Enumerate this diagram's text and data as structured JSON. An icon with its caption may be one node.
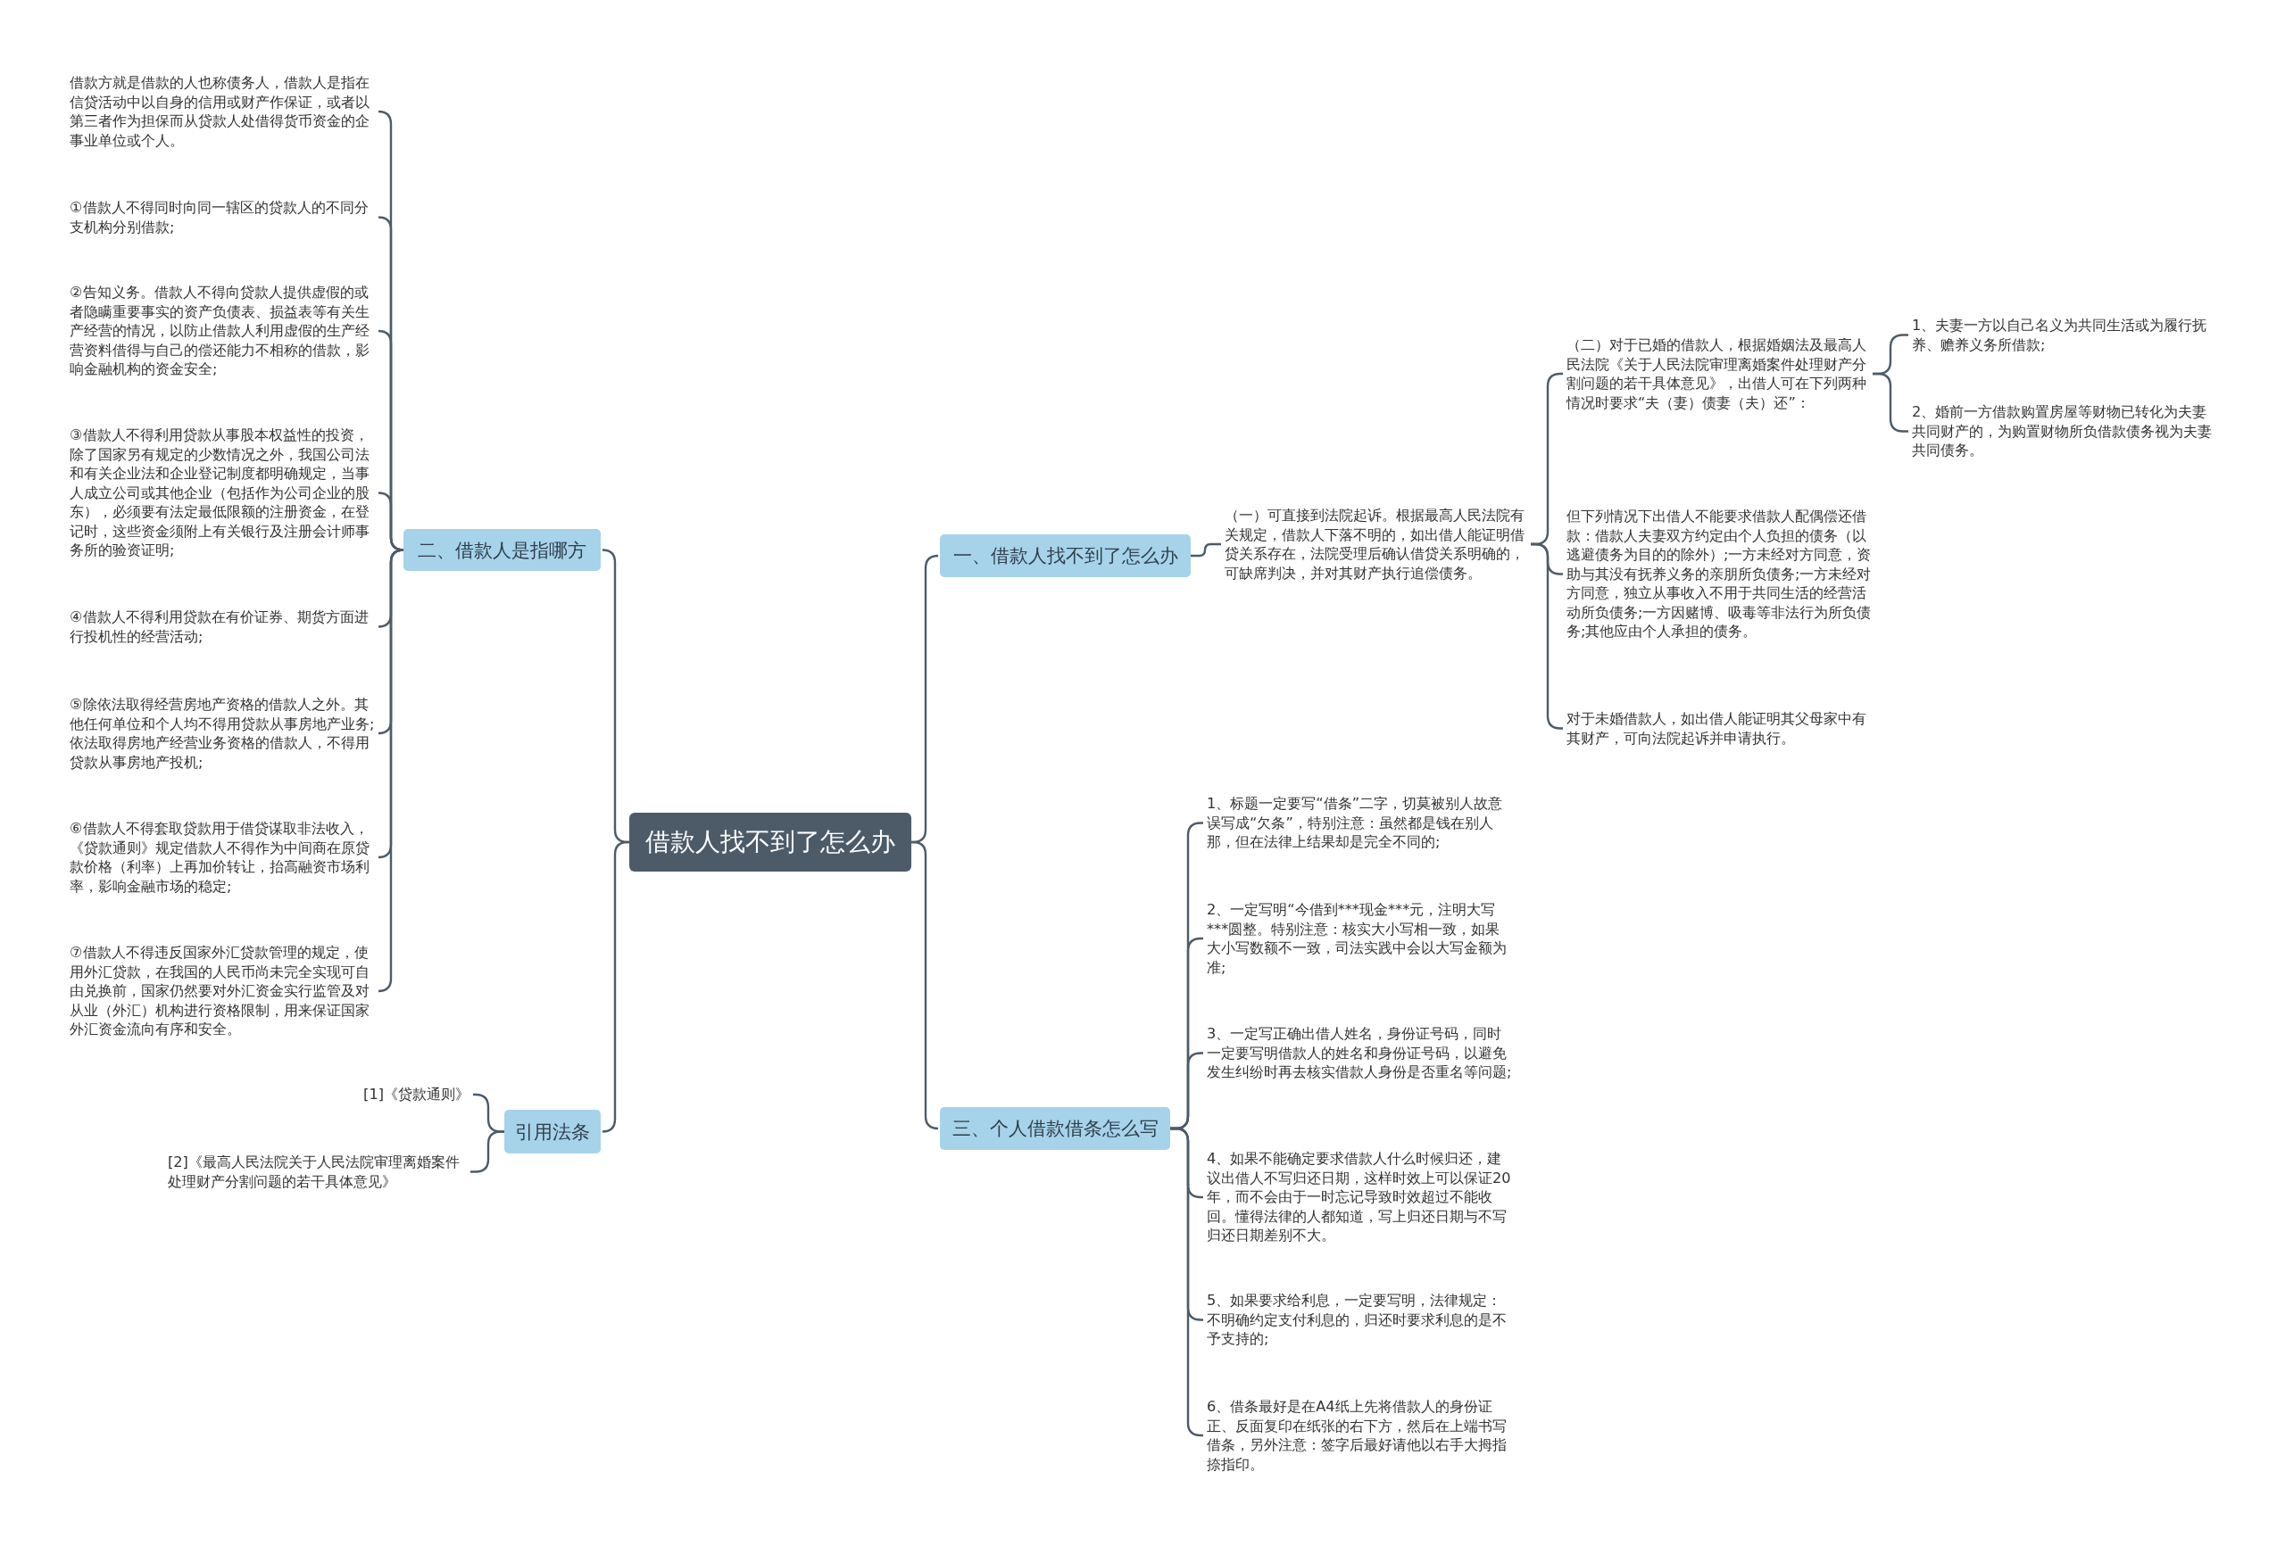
{
  "diagram": {
    "nodes": [
      {
        "text": [
          "借款人找不到了怎么办"
        ]
      },
      {
        "text": [
          "一、借款人找不到了怎么办"
        ]
      },
      {
        "text": [
          "（一）可直接到法院起诉。根据最高人民法院有关规定，借款人下落不明的，如出借人能证明借贷关系存在，法院受理后确认借贷关系明确的，可缺席判决，并对其财产执行追偿债务。"
        ]
      },
      {
        "text": [
          "（二）对于已婚的借款人，根据婚姻法及最高人民法院《关于人民法院审理离婚案件处理财产分割问题的若干具体意见》，出借人可在下列两种情况时要求“夫（妻）债妻（夫）还”："
        ]
      },
      {
        "text": [
          "1、夫妻一方以自己名义为共同生活或为履行抚养、赡养义务所借款;"
        ]
      },
      {
        "text": [
          "2、婚前一方借款购置房屋等财物已转化为夫妻共同财产的，为购置财物所负借款债务视为夫妻共同债务。"
        ]
      },
      {
        "text": [
          "但下列情况下出借人不能要求借款人配偶偿还借款：借款人夫妻双方约定由个人负担的债务（以逃避债务为目的的除外）;一方未经对方同意，资助与其没有抚养义务的亲朋所负债务;一方未经对方同意，独立从事收入不用于共同生活的经营活动所负债务;一方因赌博、吸毒等非法行为所负债务;其他应由个人承担的债务。"
        ]
      },
      {
        "text": [
          "对于未婚借款人，如出借人能证明其父母家中有其财产，可向法院起诉并申请执行。"
        ]
      },
      {
        "text": [
          "三、个人借款借条怎么写"
        ]
      },
      {
        "text": [
          "1、标题一定要写“借条”二字，切莫被别人故意误写成“欠条”，特别注意：虽然都是钱在别人那，但在法律上结果却是完全不同的;"
        ]
      },
      {
        "text": [
          "2、一定写明“今借到***现金***元，注明大写***圆整。特别注意：核实大小写相一致，如果大小写数额不一致，司法实践中会以大写金额为准;"
        ]
      },
      {
        "text": [
          "3、一定写正确出借人姓名，身份证号码，同时一定要写明借款人的姓名和身份证号码，以避免发生纠纷时再去核实借款人身份是否重名等问题;"
        ]
      },
      {
        "text": [
          "4、如果不能确定要求借款人什么时候归还，建议出借人不写归还日期，这样时效上可以保证20年，而不会由于一时忘记导致时效超过不能收回。懂得法律的人都知道，写上归还日期与不写归还日期差别不大。"
        ]
      },
      {
        "text": [
          "5、如果要求给利息，一定要写明，法律规定：不明确约定支付利息的，归还时要求利息的是不予支持的;"
        ]
      },
      {
        "text": [
          "6、借条最好是在A4纸上先将借款人的身份证正、反面复印在纸张的右下方，然后在上端书写借条，另外注意：签字后最好请他以右手大拇指捺指印。"
        ]
      },
      {
        "text": [
          "二、借款人是指哪方"
        ]
      },
      {
        "text": [
          "借款方就是借款的人也称债务人，借款人是指在信贷活动中以自身的信用或财产作保证，或者以第三者作为担保而从贷款人处借得货币资金的企事业单位或个人。"
        ]
      },
      {
        "text": [
          "①借款人不得同时向同一辖区的贷款人的不同分支机构分别借款;"
        ]
      },
      {
        "text": [
          "②告知义务。借款人不得向贷款人提供虚假的或者隐瞒重要事实的资产负债表、损益表等有关生产经营的情况，以防止借款人利用虚假的生产经营资料借得与自己的偿还能力不相称的借款，影响金融机构的资金安全;"
        ]
      },
      {
        "text": [
          "③借款人不得利用贷款从事股本权益性的投资，除了国家另有规定的少数情况之外，我国公司法和有关企业法和企业登记制度都明确规定，当事人成立公司或其他企业（包括作为公司企业的股东），必须要有法定最低限额的注册资金，在登记时，这些资金须附上有关银行及注册会计师事务所的验资证明;"
        ]
      },
      {
        "text": [
          "④借款人不得利用贷款在有价证券、期货方面进行投机性的经营活动;"
        ]
      },
      {
        "text": [
          "⑤除依法取得经营房地产资格的借款人之外。其他任何单位和个人均不得用贷款从事房地产业务;依法取得房地产经营业务资格的借款人，不得用贷款从事房地产投机;"
        ]
      },
      {
        "text": [
          "⑥借款人不得套取贷款用于借贷谋取非法收入，《贷款通则》规定借款人不得作为中间商在原贷款价格（利率）上再加价转让，抬高融资市场利率，影响金融市场的稳定;"
        ]
      },
      {
        "text": [
          "⑦借款人不得违反国家外汇贷款管理的规定，使用外汇贷款，在我国的人民币尚未完全实现可自由兑换前，国家仍然要对外汇资金实行监管及对从业（外汇）机构进行资格限制，用来保证国家外汇资金流向有序和安全。"
        ]
      },
      {
        "text": [
          "引用法条"
        ]
      },
      {
        "text": [
          "[1]《贷款通则》"
        ]
      },
      {
        "text": [
          "[2]《最高人民法院关于人民法院审理离婚案件处理财产分割问题的若干具体意见》"
        ]
      }
    ],
    "edges": [
      {
        "from": 0,
        "to": 1,
        "arrow": "none"
      },
      {
        "from": 1,
        "to": 2,
        "arrow": "none"
      },
      {
        "from": 2,
        "to": 3,
        "arrow": "none"
      },
      {
        "from": 3,
        "to": 4,
        "arrow": "none"
      },
      {
        "from": 3,
        "to": 5,
        "arrow": "none"
      },
      {
        "from": 2,
        "to": 6,
        "arrow": "none"
      },
      {
        "from": 2,
        "to": 7,
        "arrow": "none"
      },
      {
        "from": 0,
        "to": 8,
        "arrow": "none"
      },
      {
        "from": 8,
        "to": 9,
        "arrow": "none"
      },
      {
        "from": 8,
        "to": 10,
        "arrow": "none"
      },
      {
        "from": 8,
        "to": 11,
        "arrow": "none"
      },
      {
        "from": 8,
        "to": 12,
        "arrow": "none"
      },
      {
        "from": 8,
        "to": 13,
        "arrow": "none"
      },
      {
        "from": 8,
        "to": 14,
        "arrow": "none"
      },
      {
        "from": 0,
        "to": 15,
        "arrow": "none"
      },
      {
        "from": 15,
        "to": 16,
        "arrow": "none"
      },
      {
        "from": 15,
        "to": 17,
        "arrow": "none"
      },
      {
        "from": 15,
        "to": 18,
        "arrow": "none"
      },
      {
        "from": 15,
        "to": 19,
        "arrow": "none"
      },
      {
        "from": 15,
        "to": 20,
        "arrow": "none"
      },
      {
        "from": 15,
        "to": 21,
        "arrow": "none"
      },
      {
        "from": 15,
        "to": 22,
        "arrow": "none"
      },
      {
        "from": 15,
        "to": 23,
        "arrow": "none"
      },
      {
        "from": 0,
        "to": 24,
        "arrow": "none"
      },
      {
        "from": 24,
        "to": 25,
        "arrow": "none"
      },
      {
        "from": 24,
        "to": 26,
        "arrow": "none"
      }
    ]
  }
}
